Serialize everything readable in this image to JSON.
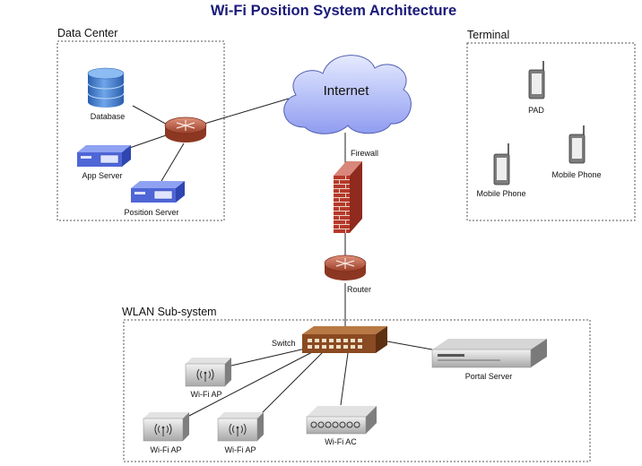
{
  "title": "Wi-Fi Position System Architecture",
  "colors": {
    "title": "#1a1a7a",
    "group_border": "#555555",
    "line": "#222222",
    "router": "#b5543c",
    "firewall": "#b33a2a",
    "server": "#4f66d6",
    "database": "#3a78c8",
    "cloud": "#c8d0ff",
    "switch": "#8a4a22"
  },
  "groups": {
    "data_center": "Data Center",
    "terminal": "Terminal",
    "wlan": "WLAN Sub-system"
  },
  "nodes": {
    "internet": "Internet",
    "database": "Database",
    "app_server": "App Server",
    "position_server": "Position Server",
    "firewall": "Firewall",
    "router": "Router",
    "switch": "Switch",
    "portal_server": "Portal Server",
    "wifi_ap_1": "Wi-Fi AP",
    "wifi_ap_2": "Wi-Fi AP",
    "wifi_ap_3": "Wi-Fi AP",
    "wifi_ac": "Wi-Fi AC",
    "pad": "PAD",
    "mobile_phone_1": "Mobile Phone",
    "mobile_phone_2": "Mobile Phone"
  }
}
